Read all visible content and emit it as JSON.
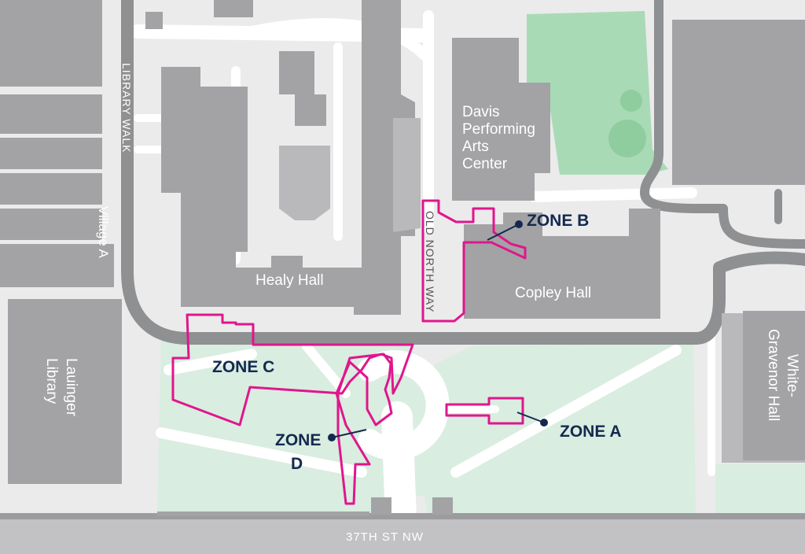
{
  "buildings": {
    "davis": [
      "Davis",
      "Performing",
      "Arts",
      "Center"
    ],
    "healy": "Healy Hall",
    "copley": "Copley Hall",
    "lauinger": [
      "Lauinger",
      "Library"
    ],
    "white_gravenor": [
      "White-",
      "Gravenor Hall"
    ]
  },
  "streets": {
    "library_walk": "LIBRARY WALK",
    "village_a": "Village A",
    "old_north_way": "OLD NORTH WAY",
    "st37": "37TH ST NW"
  },
  "zones": {
    "a": "ZONE A",
    "b": "ZONE B",
    "c": "ZONE C",
    "d": [
      "ZONE",
      "D"
    ]
  },
  "colors": {
    "zone_outline": "#e0168d",
    "zone_label": "#14294f",
    "building": "#a3a3a5",
    "lawn": "#d9ede0",
    "background": "#ebebeb"
  }
}
